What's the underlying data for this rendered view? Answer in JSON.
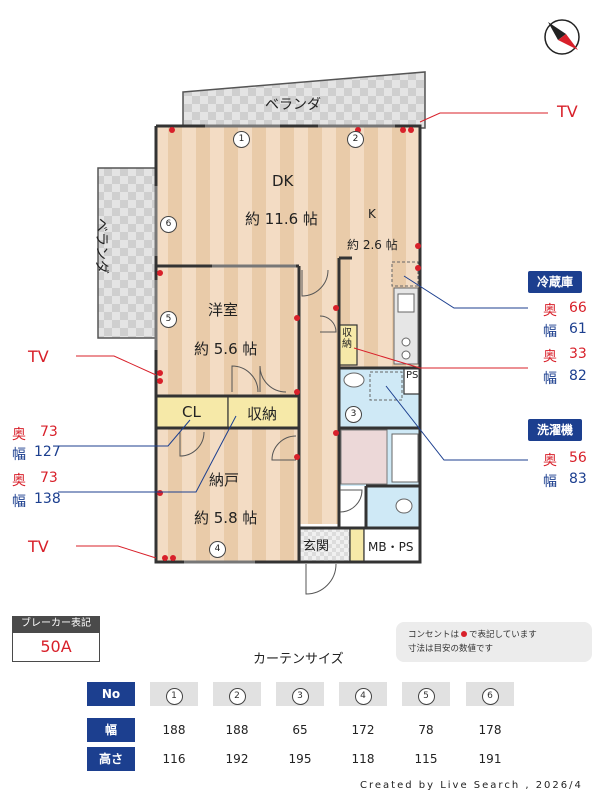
{
  "rooms": {
    "veranda_top": "ベランダ",
    "veranda_left": "ベランダ",
    "dk_name": "DK",
    "dk_size": "約 11.6 帖",
    "k_name": "K",
    "k_size": "約 2.6 帖",
    "western_name": "洋室",
    "western_size": "約 5.6 帖",
    "cl": "CL",
    "storage": "収納",
    "storage_small": "収納",
    "nando_name": "納戸",
    "nando_size": "約 5.8 帖",
    "entrance": "玄関",
    "ps": "PS",
    "mbps": "MB・PS"
  },
  "window_numbers": [
    "1",
    "2",
    "3",
    "4",
    "5",
    "6"
  ],
  "tv_labels": [
    "TV",
    "TV",
    "TV"
  ],
  "fridge": {
    "title": "冷蔵庫",
    "depth_label": "奥",
    "depth": "66",
    "width_label": "幅",
    "width": "61"
  },
  "storage_spec": {
    "depth_label": "奥",
    "depth": "33",
    "width_label": "幅",
    "width": "82"
  },
  "washer": {
    "title": "洗濯機",
    "depth_label": "奥",
    "depth": "56",
    "width_label": "幅",
    "width": "83"
  },
  "cl_spec": {
    "depth_label": "奥",
    "depth": "73",
    "width_label": "幅",
    "width": "127"
  },
  "storage2_spec": {
    "depth_label": "奥",
    "depth": "73",
    "width_label": "幅",
    "width": "138"
  },
  "breaker": {
    "label": "ブレーカー表記",
    "value": "50A"
  },
  "note": {
    "line1a": "コンセントは",
    "line1b": "で表記しています",
    "line2": "寸法は目安の数値です"
  },
  "curtain": {
    "title": "カーテンサイズ",
    "row_headers": [
      "No",
      "幅",
      "高さ"
    ],
    "numbers": [
      "1",
      "2",
      "3",
      "4",
      "5",
      "6"
    ],
    "widths": [
      "188",
      "188",
      "65",
      "172",
      "78",
      "178"
    ],
    "heights": [
      "116",
      "192",
      "195",
      "118",
      "115",
      "191"
    ]
  },
  "footer": "Created by Live Search , 2026/4",
  "colors": {
    "floor": "#f1d8bf",
    "stripe": "#e8c8a6",
    "accent": "#1c3f8f",
    "outlet": "#d8202a",
    "wet": "#cfe9f6"
  }
}
